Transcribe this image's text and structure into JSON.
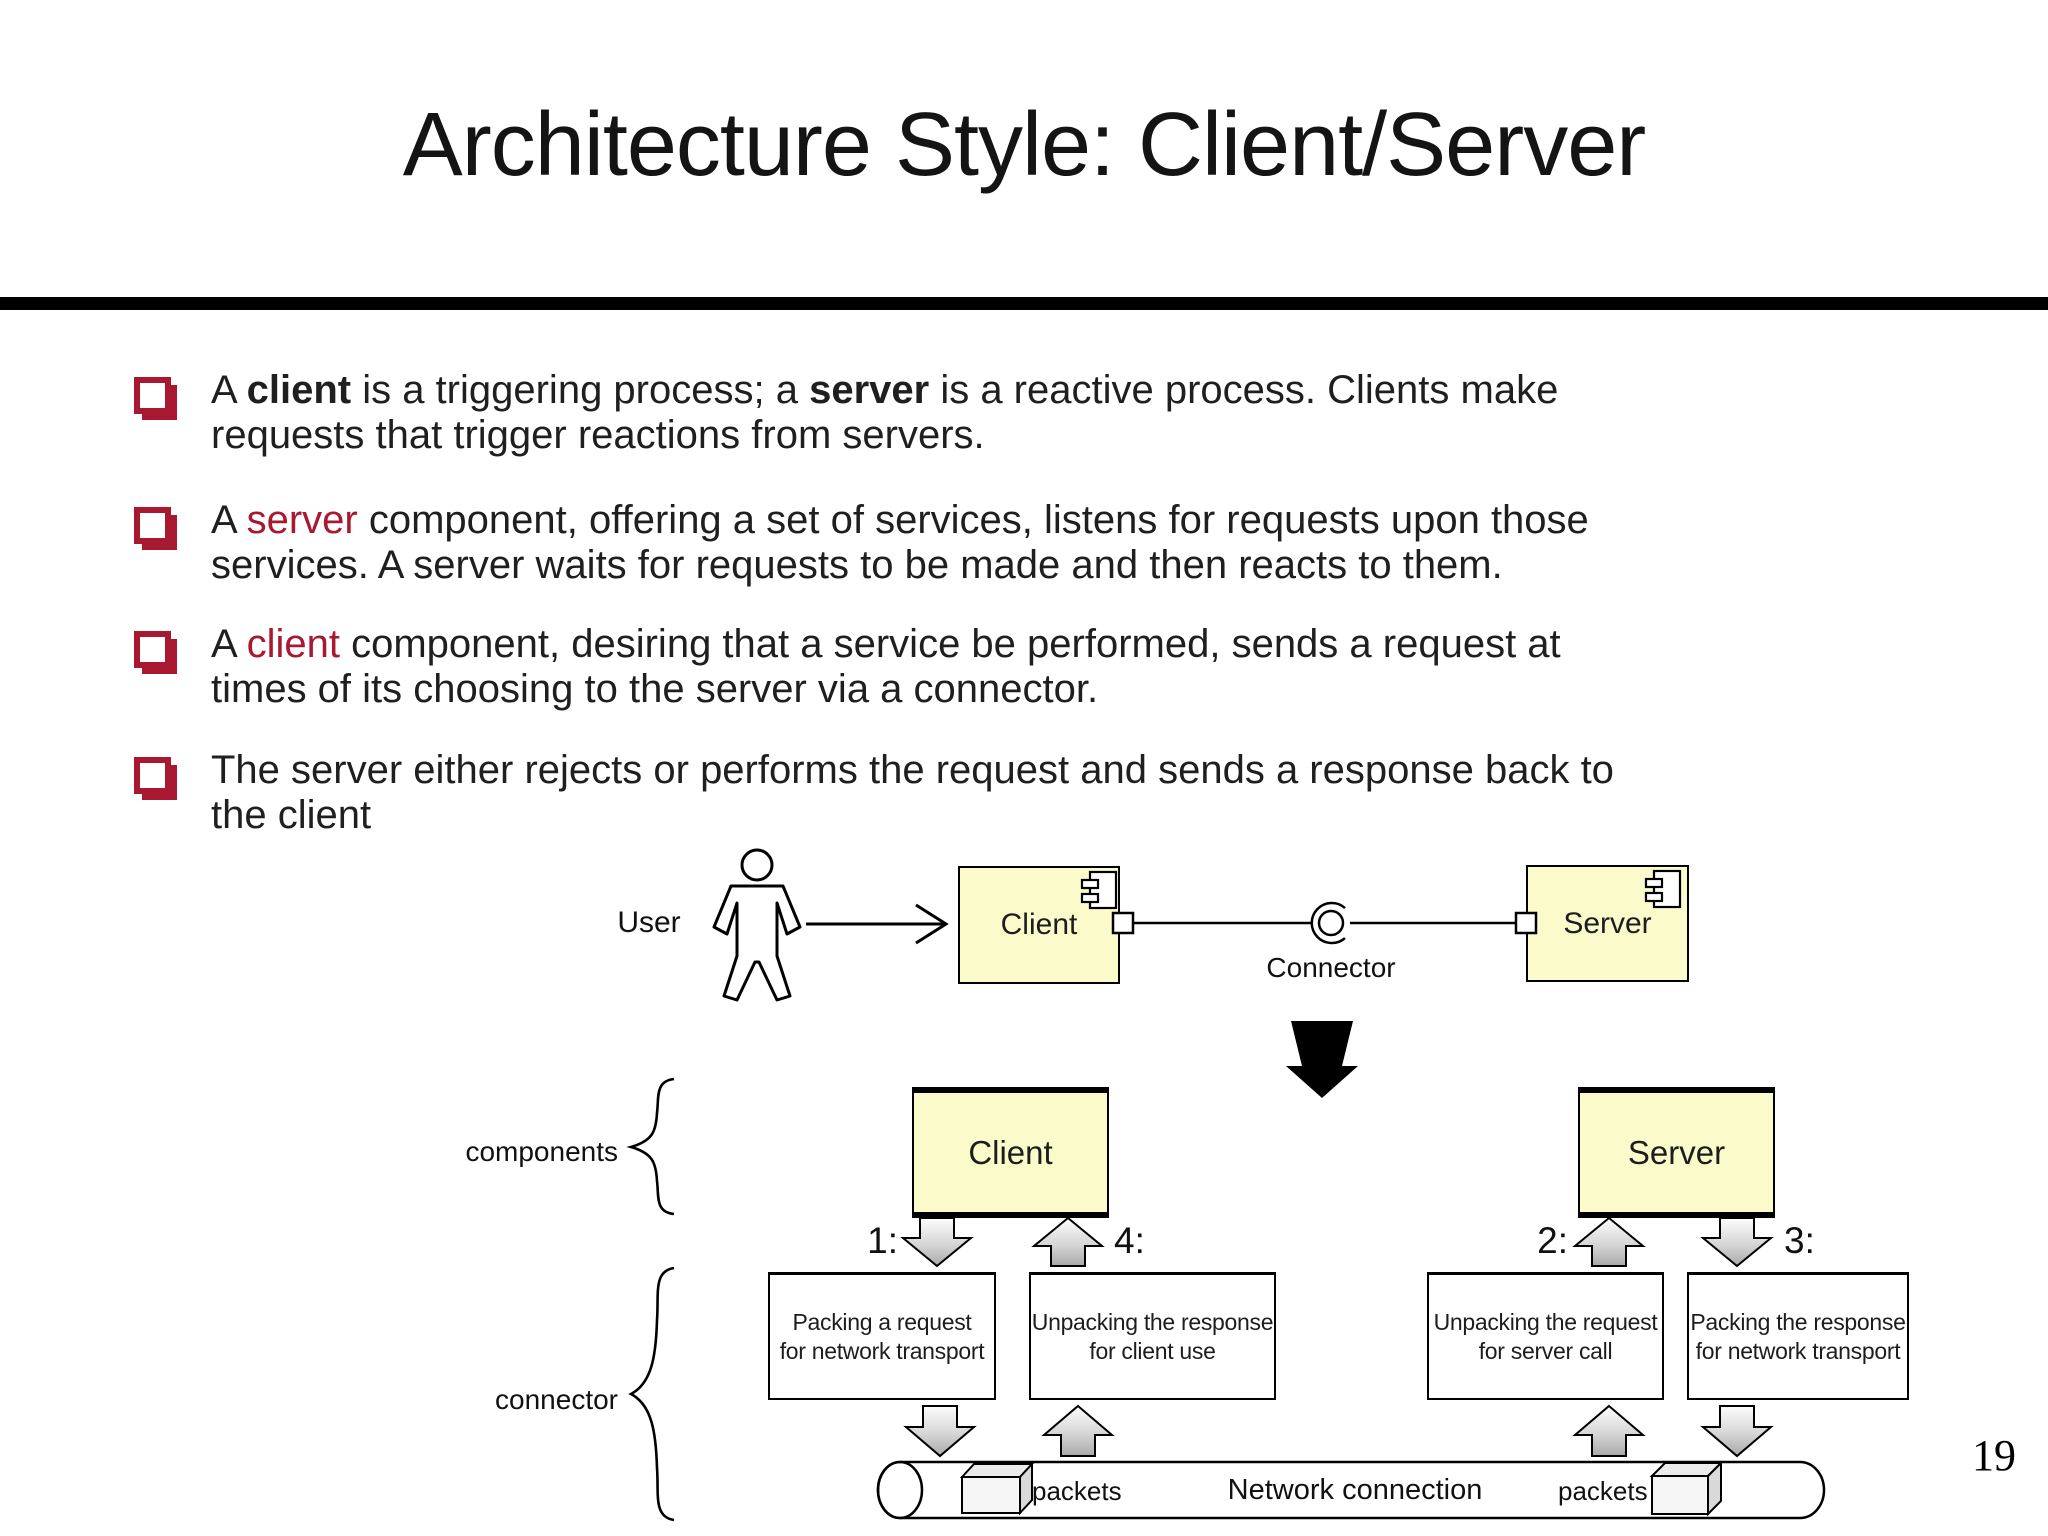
{
  "slide": {
    "title": "Architecture Style: Client/Server",
    "page_number": "19"
  },
  "colors": {
    "accent_red": "#A81931",
    "component_yellow": "#FBFACB",
    "arrow_gray_light": "#FDFDFD",
    "arrow_gray_dark": "#A9A9A9"
  },
  "bullets": [
    {
      "segments": [
        {
          "text": "A "
        },
        {
          "text": "client",
          "style": "bold"
        },
        {
          "text": " is a triggering process; a "
        },
        {
          "text": "server",
          "style": "bold"
        },
        {
          "text": " is a reactive process. Clients make\nrequests that trigger reactions from servers."
        }
      ]
    },
    {
      "segments": [
        {
          "text": "A "
        },
        {
          "text": "server",
          "style": "red"
        },
        {
          "text": " component, offering a set of services, listens for requests upon those\nservices. A server waits for requests to be made and then reacts to them."
        }
      ]
    },
    {
      "segments": [
        {
          "text": "A "
        },
        {
          "text": "client",
          "style": "red"
        },
        {
          "text": " component, desiring that a service be performed, sends a request at\ntimes of its choosing to the server via a connector."
        }
      ]
    },
    {
      "segments": [
        {
          "text": "The server either rejects or performs the request and sends a response back to\nthe client"
        }
      ]
    }
  ],
  "diagram_top": {
    "user_label": "User",
    "client_label": "Client",
    "server_label": "Server",
    "connector_label": "Connector"
  },
  "diagram_bottom": {
    "components_brace_label": "components",
    "connector_brace_label": "connector",
    "client_label": "Client",
    "server_label": "Server",
    "step_labels": {
      "step1": "1:",
      "step2": "2:",
      "step3": "3:",
      "step4": "4:"
    },
    "connector_boxes": [
      {
        "text": "Packing a request\nfor network transport"
      },
      {
        "text": "Unpacking the response\nfor client use"
      },
      {
        "text": "Unpacking the request\nfor server call"
      },
      {
        "text": "Packing the response\nfor network transport"
      }
    ],
    "network_label": "Network connection",
    "packets_left_label": "packets",
    "packets_right_label": "packets"
  }
}
